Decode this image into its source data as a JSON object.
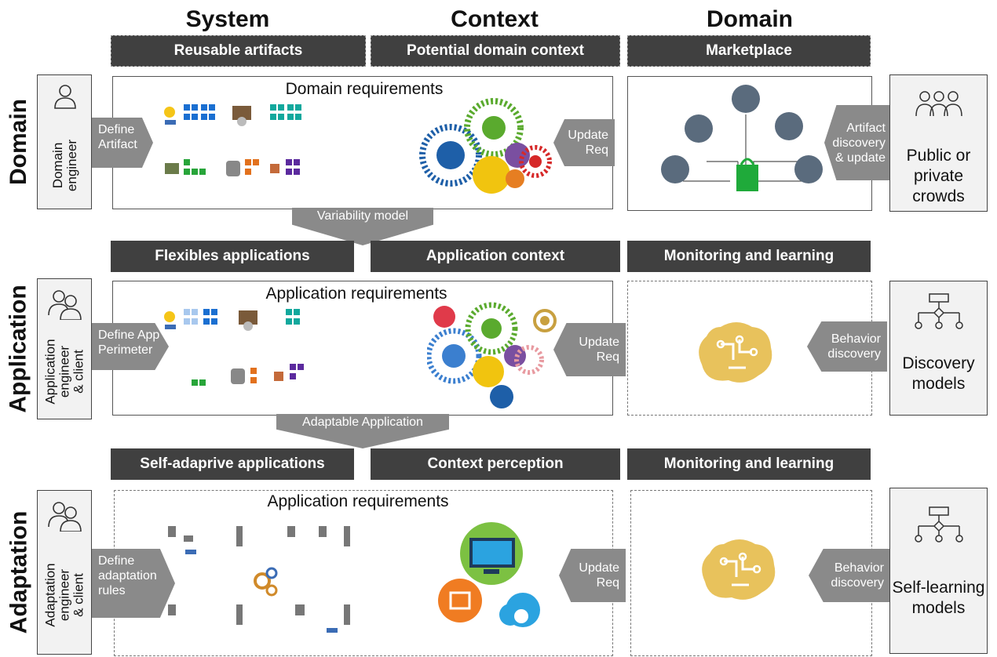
{
  "columns": {
    "system": "System",
    "context": "Context",
    "domain": "Domain"
  },
  "rows": {
    "domain": {
      "label": "Domain",
      "role": [
        "Domain",
        "engineer"
      ],
      "bars": [
        "Reusable artifacts",
        "Potential domain context",
        "Marketplace"
      ],
      "panel_title": "Domain requirements",
      "left_arrow": [
        "Define",
        "Artifact"
      ],
      "update_arrow": [
        "Update",
        "Req"
      ],
      "right_arrow": [
        "Artifact",
        "discovery",
        "& update"
      ],
      "crowd": [
        "Public or",
        "private",
        "crowds"
      ],
      "down_arrow": "Variability model"
    },
    "application": {
      "label": "Application",
      "role": [
        "Application",
        "engineer",
        "& client"
      ],
      "bars": [
        "Flexibles applications",
        "Application context",
        "Monitoring and learning"
      ],
      "panel_title": "Application requirements",
      "left_arrow": [
        "Define App",
        "Perimeter"
      ],
      "update_arrow": [
        "Update",
        "Req"
      ],
      "right_arrow": [
        "Behavior",
        "discovery"
      ],
      "crowd": [
        "Discovery",
        "models"
      ],
      "down_arrow": "Adaptable Application"
    },
    "adaptation": {
      "label": "Adaptation",
      "role": [
        "Adaptation",
        "engineer",
        "& client"
      ],
      "bars": [
        "Self-adaprive applications",
        "Context perception",
        "Monitoring and learning"
      ],
      "panel_title": "Application requirements",
      "left_arrow": [
        "Define",
        "adaptation",
        "rules"
      ],
      "update_arrow": [
        "Update",
        "Req"
      ],
      "right_arrow": [
        "Behavior",
        "discovery"
      ],
      "crowd": [
        "Self-learning",
        "models"
      ]
    }
  },
  "colors": {
    "bar": "#404040",
    "arrow": "#8a8a8a",
    "brain": "#e8c25c",
    "bag": "#1faa3a",
    "icon_dark": "#5a6b7d"
  }
}
